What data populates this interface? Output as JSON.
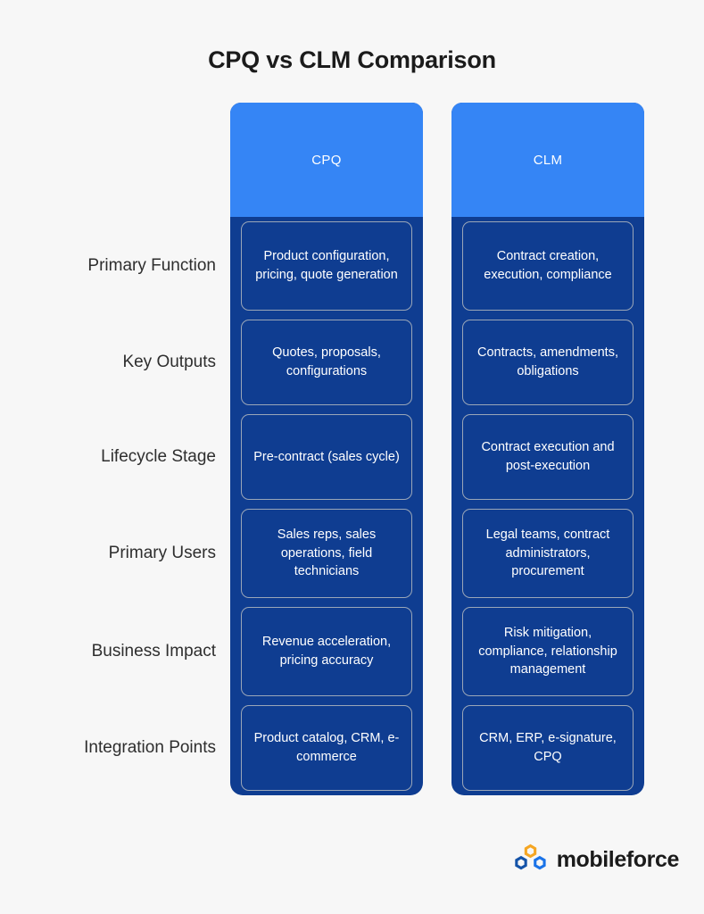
{
  "page": {
    "title": "CPQ vs CLM Comparison",
    "background_color": "#f7f7f7"
  },
  "colors": {
    "header_blue": "#3585f5",
    "column_navy": "#0f3d91",
    "card_border": "#9aa6b8",
    "card_text": "#ffffff",
    "label_text": "#2e2e2e",
    "title_text": "#1b1b1b",
    "logo_orange": "#f5a623",
    "logo_blue": "#1a73e8"
  },
  "columns": [
    {
      "key": "cpq",
      "label": "CPQ"
    },
    {
      "key": "clm",
      "label": "CLM"
    }
  ],
  "rows": [
    {
      "label": "Primary Function",
      "cpq": "Product configuration, pricing, quote generation",
      "clm": "Contract creation, execution, compliance"
    },
    {
      "label": "Key Outputs",
      "cpq": "Quotes, proposals, configurations",
      "clm": "Contracts, amendments, obligations"
    },
    {
      "label": "Lifecycle Stage",
      "cpq": "Pre-contract (sales cycle)",
      "clm": "Contract execution and post-execution"
    },
    {
      "label": "Primary Users",
      "cpq": "Sales reps, sales operations, field technicians",
      "clm": "Legal teams, contract administrators, procurement"
    },
    {
      "label": "Business Impact",
      "cpq": "Revenue acceleration, pricing accuracy",
      "clm": "Risk mitigation, compliance, relationship management"
    },
    {
      "label": "Integration Points",
      "cpq": "Product catalog, CRM, e-commerce",
      "clm": "CRM, ERP, e-signature, CPQ"
    }
  ],
  "logo": {
    "wordmark": "mobileforce",
    "icon": "mobileforce-hexagon-logo"
  }
}
